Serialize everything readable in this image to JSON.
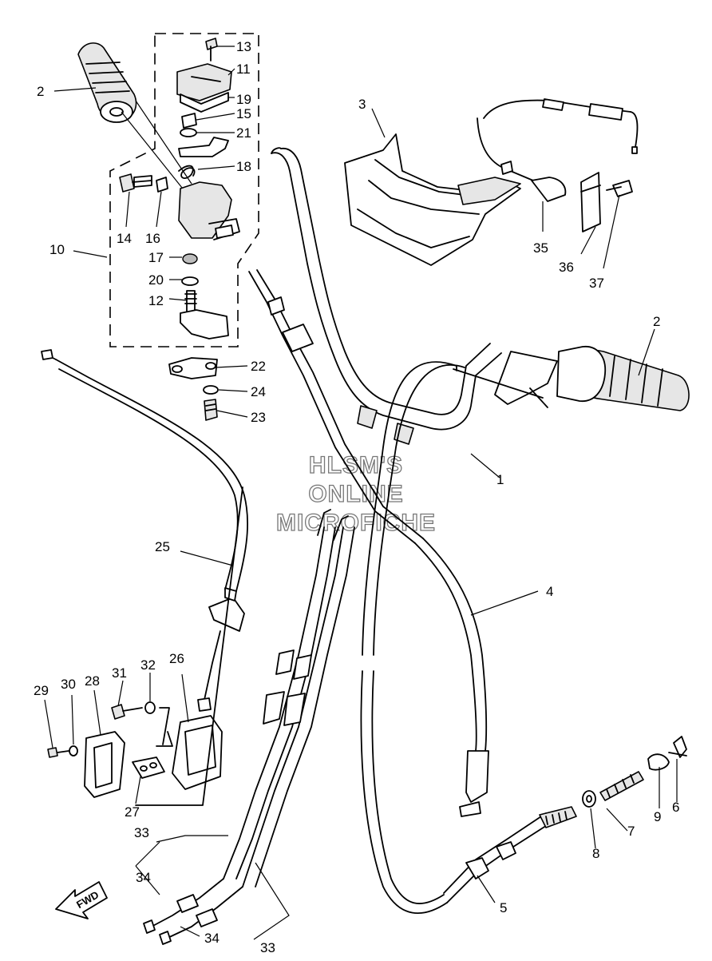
{
  "watermark": {
    "line1": "HLSM'S",
    "line2": "ONLINE",
    "line3": "MICROFICHE"
  },
  "fwd_label": "FWD",
  "callouts": {
    "c1": "1",
    "c2a": "2",
    "c2b": "2",
    "c3": "3",
    "c4": "4",
    "c5": "5",
    "c6": "6",
    "c7": "7",
    "c8": "8",
    "c9": "9",
    "c10": "10",
    "c11": "11",
    "c12": "12",
    "c13": "13",
    "c14": "14",
    "c15": "15",
    "c16": "16",
    "c17": "17",
    "c18": "18",
    "c19": "19",
    "c20": "20",
    "c21": "21",
    "c22": "22",
    "c23": "23",
    "c24": "24",
    "c25": "25",
    "c26": "26",
    "c27": "27",
    "c28": "28",
    "c29": "29",
    "c30": "30",
    "c31": "31",
    "c32": "32",
    "c33a": "33",
    "c33b": "33",
    "c34a": "34",
    "c34b": "34",
    "c35": "35",
    "c36": "36",
    "c37": "37"
  }
}
